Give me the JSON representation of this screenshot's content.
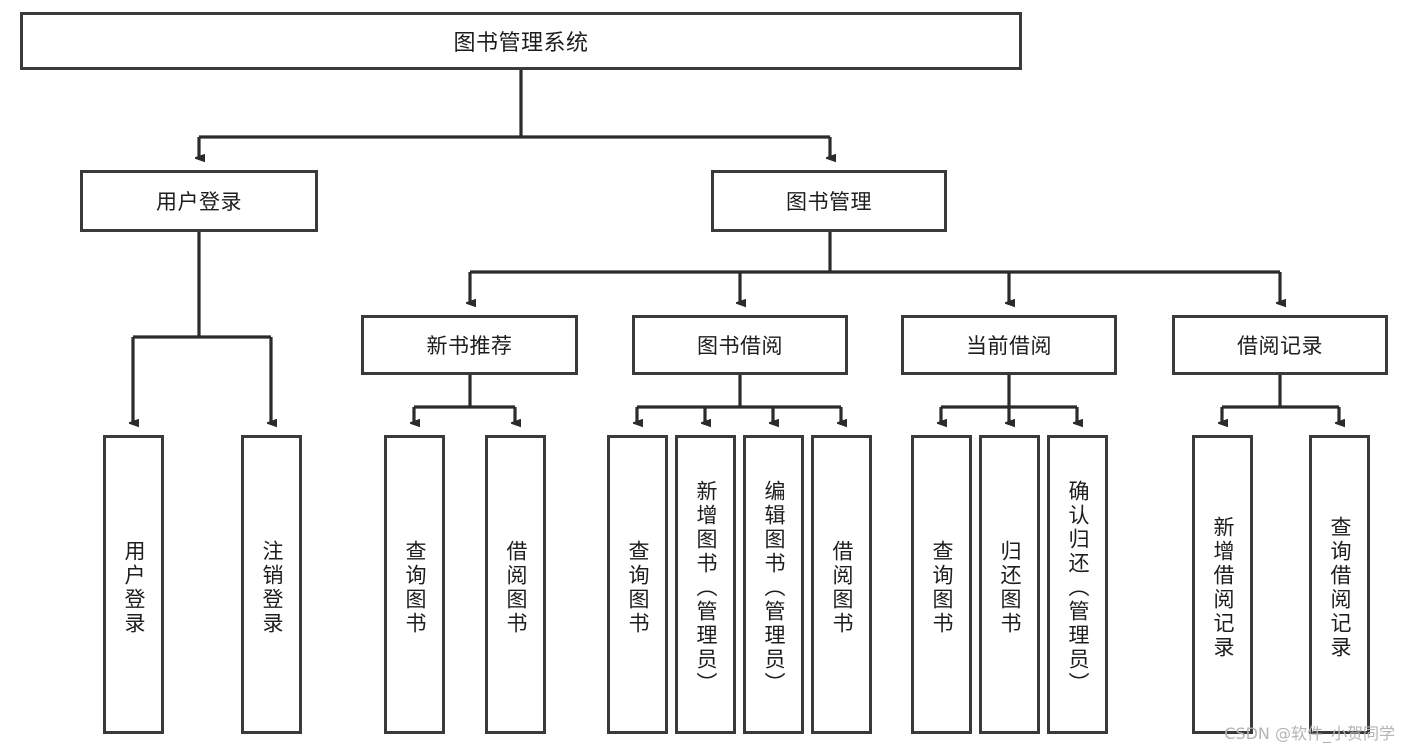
{
  "diagram": {
    "title": "图书管理系统",
    "type": "tree-hierarchy-diagram",
    "colors": {
      "box_border": "#3a3a3a",
      "box_fill": "#ffffff",
      "connector": "#2b2b2b",
      "text": "#1d1d1d",
      "watermark": "#b4b4b4"
    },
    "root": {
      "label": "图书管理系统"
    },
    "level2": [
      {
        "label": "用户登录"
      },
      {
        "label": "图书管理"
      }
    ],
    "level3": [
      {
        "label": "新书推荐"
      },
      {
        "label": "图书借阅"
      },
      {
        "label": "当前借阅"
      },
      {
        "label": "借阅记录"
      }
    ],
    "leaves": [
      {
        "label": "用户登录",
        "parent": "用户登录"
      },
      {
        "label": "注销登录",
        "parent": "用户登录"
      },
      {
        "label": "查询图书",
        "parent": "新书推荐"
      },
      {
        "label": "借阅图书",
        "parent": "新书推荐"
      },
      {
        "label": "查询图书",
        "parent": "图书借阅"
      },
      {
        "label": "新增图书（管理员）",
        "parent": "图书借阅"
      },
      {
        "label": "编辑图书（管理员）",
        "parent": "图书借阅"
      },
      {
        "label": "借阅图书",
        "parent": "图书借阅"
      },
      {
        "label": "查询图书",
        "parent": "当前借阅"
      },
      {
        "label": "归还图书",
        "parent": "当前借阅"
      },
      {
        "label": "确认归还（管理员）",
        "parent": "当前借阅"
      },
      {
        "label": "新增借阅记录",
        "parent": "借阅记录"
      },
      {
        "label": "查询借阅记录",
        "parent": "借阅记录"
      }
    ]
  },
  "watermark": {
    "text": "CSDN @软件_小贺同学"
  }
}
